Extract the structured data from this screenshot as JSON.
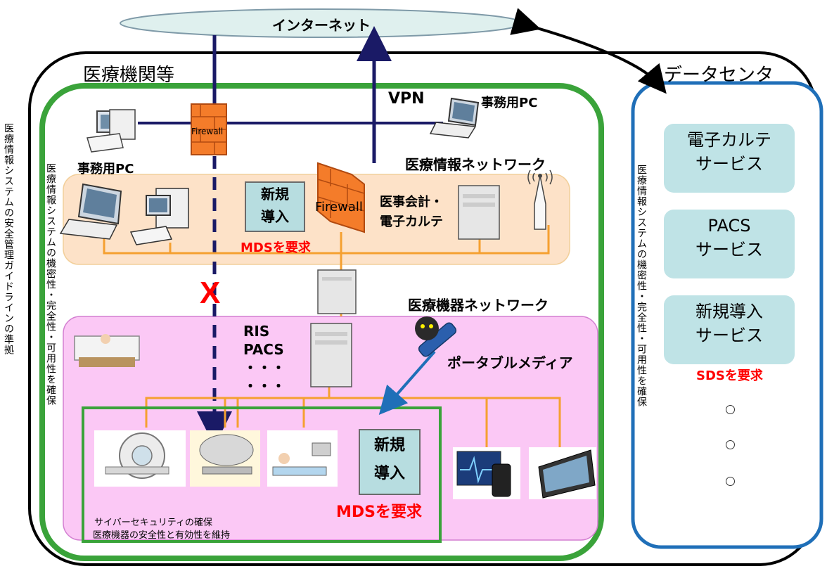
{
  "internet": "インターネット",
  "hospital": {
    "title": "医療機関等",
    "guideline_vertical": "医療情報システムの安全管理ガイドラインの準拠",
    "integrity_vertical": "医療情報システムの機密性・完全性・可用性を確保",
    "vpn": "VPN",
    "office_pc_left": "事務用PC",
    "office_pc_right": "事務用PC",
    "firewall_small": "Firewall",
    "firewall_large": "Firewall",
    "info_network": {
      "title": "医療情報ネットワーク",
      "new_intro": "新規\n導入",
      "mds": "MDSを要求",
      "billing": "医事会計・\n電子カルテ"
    },
    "device_network": {
      "title": "医療機器ネットワーク",
      "ris": "RIS\nPACS\n・・・\n・・・",
      "portable_media": "ポータブルメディア",
      "new_intro": "新規\n導入",
      "mds": "MDSを要求",
      "cyber_note_1": "サイバーセキュリティの確保",
      "cyber_note_2": "医療機器の安全性と有効性を維持"
    },
    "blocked_mark": "X"
  },
  "datacenter": {
    "title": "データセンタ",
    "integrity_vertical": "医療情報システムの機密性・完全性・可用性を確保",
    "services": [
      {
        "label": "電子カルテ\nサービス"
      },
      {
        "label": "PACS\nサービス"
      },
      {
        "label": "新規導入\nサービス"
      }
    ],
    "sds": "SDSを要求"
  },
  "colors": {
    "green": "#3aa33a",
    "blue": "#1f6fb8",
    "navy": "#1a1a66",
    "orange": "#f5a030",
    "info_bg": "#fde2c8",
    "device_bg": "#fbc8f5",
    "red": "#ff0000"
  }
}
